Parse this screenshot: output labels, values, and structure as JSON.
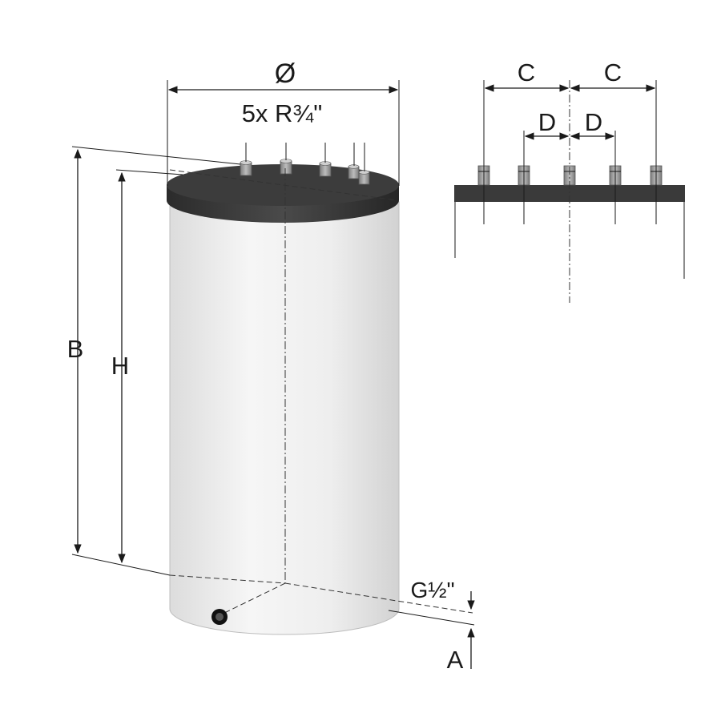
{
  "labels": {
    "diameter": "Ø",
    "connections": "5x R¾\"",
    "B": "B",
    "H": "H",
    "drain": "G½\"",
    "A": "A",
    "C_left": "C",
    "C_right": "C",
    "D_left": "D",
    "D_right": "D"
  },
  "colors": {
    "tank_body": "#eeeeee",
    "tank_lid": "#3a3a3a",
    "connector": "#9a9a9a",
    "line": "#1a1a1a"
  }
}
